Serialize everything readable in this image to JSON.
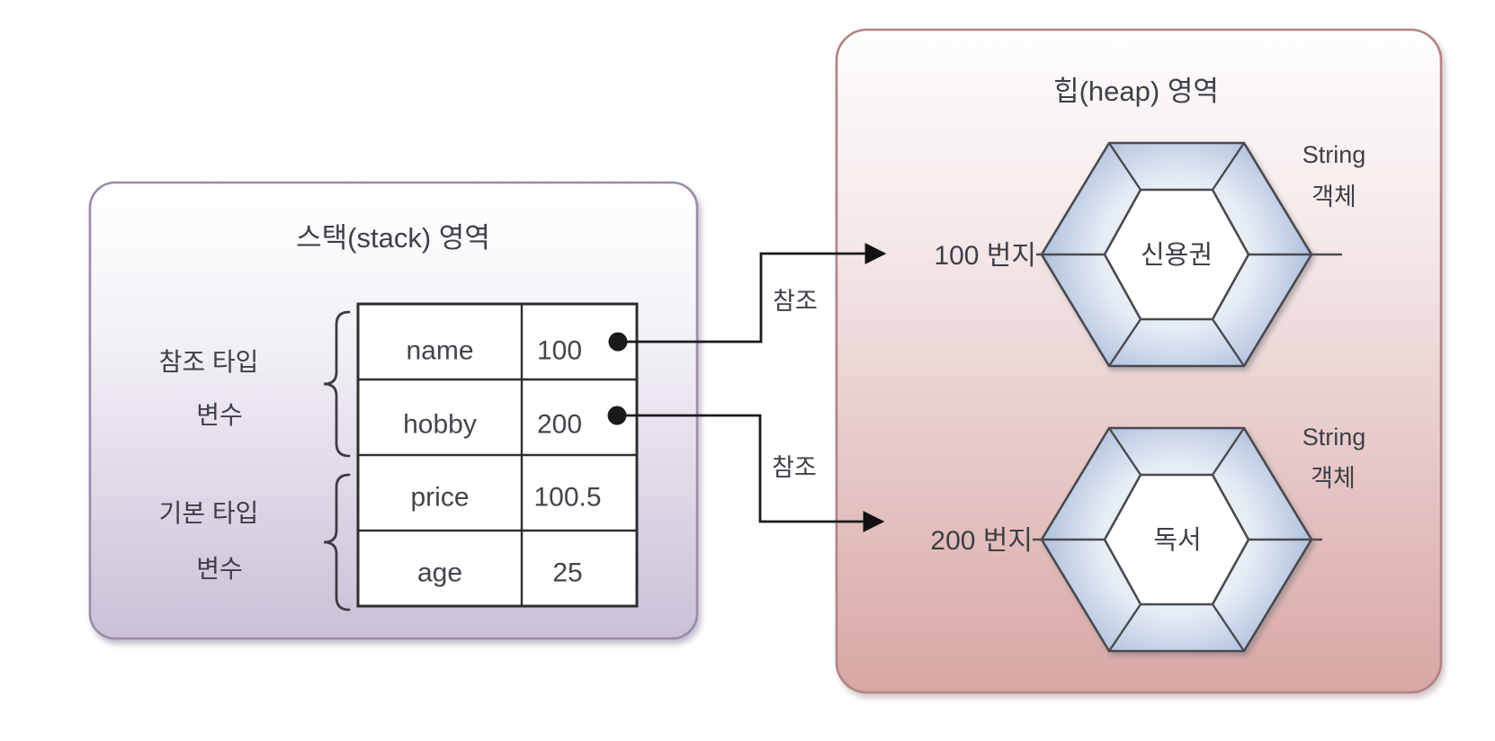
{
  "stack": {
    "title": "스택(stack) 영역",
    "groups": [
      {
        "label_lines": [
          "참조 타입",
          "변수"
        ],
        "rows": [
          {
            "name": "name",
            "value": "100",
            "has_pointer": true
          },
          {
            "name": "hobby",
            "value": "200",
            "has_pointer": true
          }
        ]
      },
      {
        "label_lines": [
          "기본 타입",
          "변수"
        ],
        "rows": [
          {
            "name": "price",
            "value": "100.5",
            "has_pointer": false
          },
          {
            "name": "age",
            "value": "25",
            "has_pointer": false
          }
        ]
      }
    ]
  },
  "heap": {
    "title": "힙(heap) 영역",
    "objects": [
      {
        "address": "100 번지",
        "value": "신용권",
        "type_lines": [
          "String",
          "객체"
        ]
      },
      {
        "address": "200 번지",
        "value": "독서",
        "type_lines": [
          "String",
          "객체"
        ]
      }
    ]
  },
  "refs": [
    {
      "label": "참조"
    },
    {
      "label": "참조"
    }
  ],
  "colors": {
    "stack_box_border": "#9a8caa",
    "stack_box_fill_bottom": "#cbc0d7",
    "heap_box_border": "#b08486",
    "heap_box_fill_bottom": "#d8a7a5",
    "gem_facet_blue": "#aebfdc",
    "gem_inner_fill": "#ffffff",
    "table_border": "#2e2e2e",
    "line_color": "#1a1a1a",
    "text_color": "#3f3f48"
  }
}
